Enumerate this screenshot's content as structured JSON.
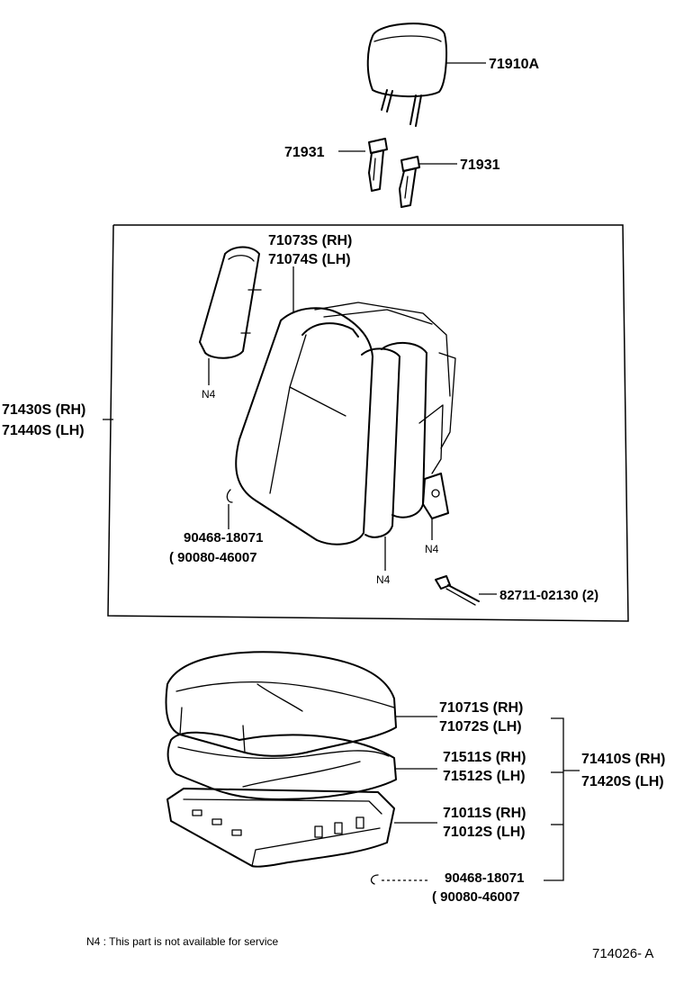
{
  "callouts": {
    "headrest": "71910A",
    "support_left": "71931",
    "support_right": "71931",
    "back_cover_rh": "71073S (RH)",
    "back_cover_lh": "71074S (LH)",
    "back_assy_rh": "71430S (RH)",
    "back_assy_lh": "71440S (LH)",
    "n4_side_pad": "N4",
    "n4_frame": "N4",
    "n4_back": "N4",
    "hogring_back_1": "90468-18071",
    "hogring_back_2": "( 90080-46007",
    "wire_harness": "82711-02130 (2)",
    "cushion_cover_rh": "71071S (RH)",
    "cushion_cover_lh": "71072S (LH)",
    "cushion_pad_rh": "71511S (RH)",
    "cushion_pad_lh": "71512S (LH)",
    "cushion_frame_rh": "71011S (RH)",
    "cushion_frame_lh": "71012S (LH)",
    "cushion_assy_rh": "71410S (RH)",
    "cushion_assy_lh": "71420S (LH)",
    "hogring_cushion_1": "90468-18071",
    "hogring_cushion_2": "( 90080-46007"
  },
  "footnote": "N4 : This part is not available for service",
  "illustration_code": "714026- A"
}
